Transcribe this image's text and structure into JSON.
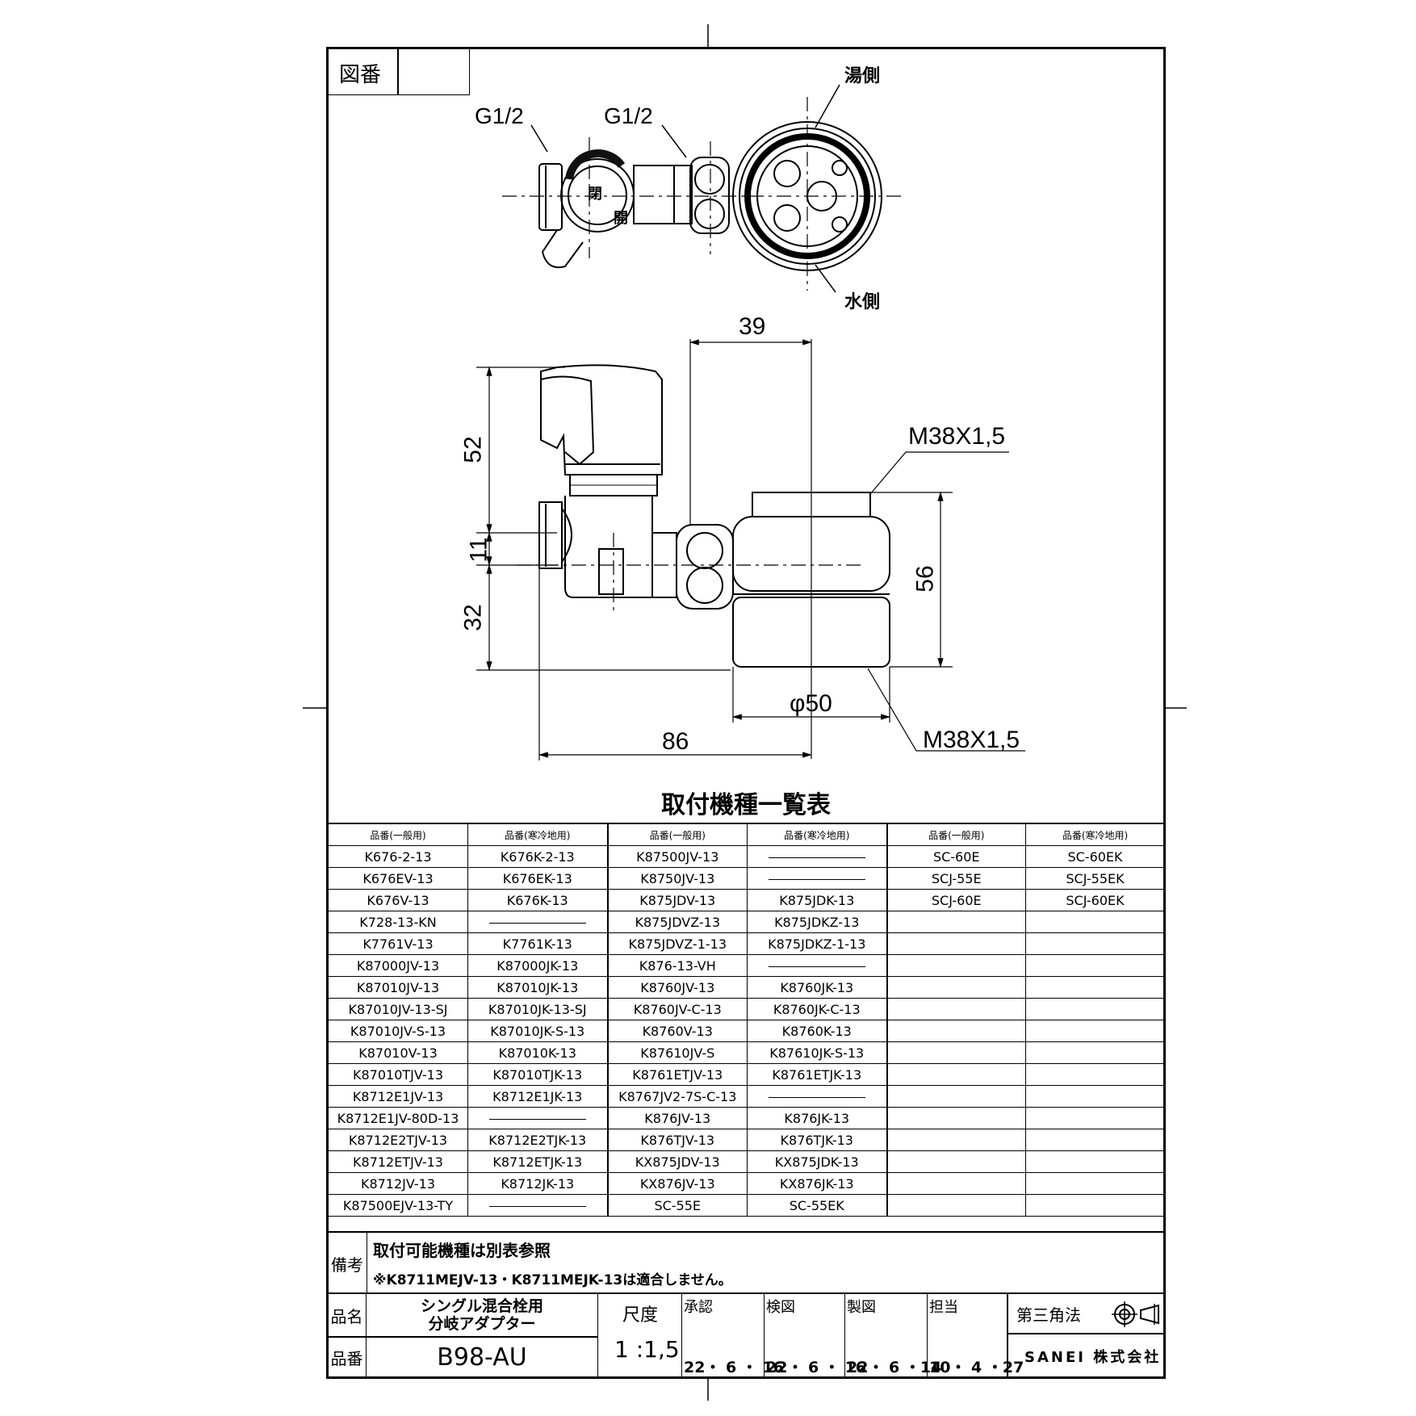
{
  "header": {
    "fig_no_label": "図番",
    "fig_no_value": ""
  },
  "drawing": {
    "top_view": {
      "inlet_left": "G1/2",
      "inlet_right": "G1/2",
      "hot_side": "湯側",
      "cold_side": "水側",
      "dial_close": "閉",
      "dial_open": "開"
    },
    "dims": {
      "d39": "39",
      "d52": "52",
      "d11": "11",
      "d32": "32",
      "d56": "56",
      "d86": "86",
      "d50": "φ50",
      "thread_top": "M38X1,5",
      "thread_bottom": "M38X1,5"
    }
  },
  "table": {
    "title": "取付機種一覧表",
    "headers": [
      "品番(一般用)",
      "品番(寒冷地用)",
      "品番(一般用)",
      "品番(寒冷地用)",
      "品番(一般用)",
      "品番(寒冷地用)"
    ],
    "rows": [
      [
        "K676-2-13",
        "K676K-2-13",
        "K87500JV-13",
        "—",
        "SC-60E",
        "SC-60EK"
      ],
      [
        "K676EV-13",
        "K676EK-13",
        "K8750JV-13",
        "—",
        "SCJ-55E",
        "SCJ-55EK"
      ],
      [
        "K676V-13",
        "K676K-13",
        "K875JDV-13",
        "K875JDK-13",
        "SCJ-60E",
        "SCJ-60EK"
      ],
      [
        "K728-13-KN",
        "—",
        "K875JDVZ-13",
        "K875JDKZ-13",
        "",
        ""
      ],
      [
        "K7761V-13",
        "K7761K-13",
        "K875JDVZ-1-13",
        "K875JDKZ-1-13",
        "",
        ""
      ],
      [
        "K87000JV-13",
        "K87000JK-13",
        "K876-13-VH",
        "—",
        "",
        ""
      ],
      [
        "K87010JV-13",
        "K87010JK-13",
        "K8760JV-13",
        "K8760JK-13",
        "",
        ""
      ],
      [
        "K87010JV-13-SJ",
        "K87010JK-13-SJ",
        "K8760JV-C-13",
        "K8760JK-C-13",
        "",
        ""
      ],
      [
        "K87010JV-S-13",
        "K87010JK-S-13",
        "K8760V-13",
        "K8760K-13",
        "",
        ""
      ],
      [
        "K87010V-13",
        "K87010K-13",
        "K87610JV-S",
        "K87610JK-S-13",
        "",
        ""
      ],
      [
        "K87010TJV-13",
        "K87010TJK-13",
        "K8761ETJV-13",
        "K8761ETJK-13",
        "",
        ""
      ],
      [
        "K8712E1JV-13",
        "K8712E1JK-13",
        "K8767JV2-7S-C-13",
        "—",
        "",
        ""
      ],
      [
        "K8712E1JV-80D-13",
        "—",
        "K876JV-13",
        "K876JK-13",
        "",
        ""
      ],
      [
        "K8712E2TJV-13",
        "K8712E2TJK-13",
        "K876TJV-13",
        "K876TJK-13",
        "",
        ""
      ],
      [
        "K8712ETJV-13",
        "K8712ETJK-13",
        "KX875JDV-13",
        "KX875JDK-13",
        "",
        ""
      ],
      [
        "K8712JV-13",
        "K8712JK-13",
        "KX876JV-13",
        "KX876JK-13",
        "",
        ""
      ],
      [
        "K87500EJV-13-TY",
        "—",
        "SC-55E",
        "SC-55EK",
        "",
        ""
      ]
    ]
  },
  "remarks": {
    "label": "備考",
    "line1": "取付可能機種は別表参照",
    "line2": "※K8711MEJV-13・K8711MEJK-13は適合しません。"
  },
  "title_block": {
    "name_label": "品名",
    "name_line1": "シングル混合栓用",
    "name_line2": "分岐アダプター",
    "number_label": "品番",
    "number_value": "B98-AU",
    "scale_label": "尺度",
    "scale_value": "1 :1,5",
    "approve_label": "承認",
    "approve_date": "22・ 6 ・ 16",
    "check_label": "検図",
    "check_date": "22・ 6 ・ 16",
    "draw_label": "製図",
    "draw_date": "22・ 6 ・14",
    "charge_label": "担当",
    "charge_date": "10・ 4 ・27",
    "projection_label": "第三角法",
    "company": "SANEI 株式会社"
  }
}
